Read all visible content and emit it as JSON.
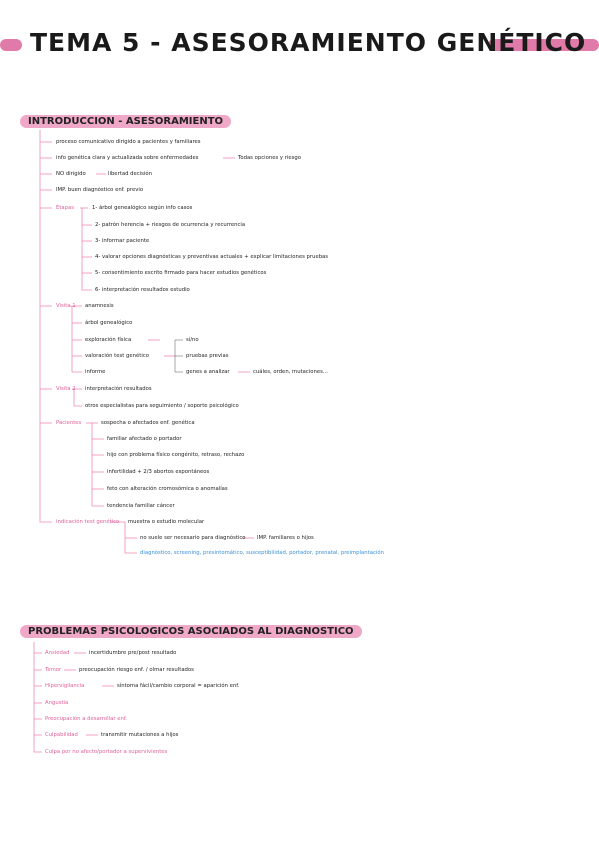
{
  "colors": {
    "accent": "#e07aa8",
    "pill": "#f0a8c8",
    "branch": "#ee8ab6",
    "blue": "#3a8fd9"
  },
  "title": "TEMA 5 - ASESORAMIENTO GENÉTICO",
  "sec1": {
    "heading": "INTRODUCCION - ASESORAMIENTO",
    "l1": "proceso comunicativo dirigido a pacientes y familiares",
    "l2a": "info genética clara y actualizada sobre enfermedades",
    "l2b": "Todas opciones y riesgo",
    "l3a": "NO dirigido",
    "l3b": "libertad decisión",
    "l4": "IMP. buen diagnóstico enf. previo",
    "etapas": {
      "label": "Etapas",
      "items": [
        "1- árbol genealógico según info casos",
        "2- patrón herencia + riesgos de ocurrencia y recurrencia",
        "3- informar paciente",
        "4- valorar opciones diagnósticas y preventivas actuales + explicar limitaciones pruebas",
        "5- consentimiento escrito firmado para hacer estudios genéticos",
        "6- interpretación resultados estudio"
      ]
    },
    "visita1": {
      "label": "Visita 1",
      "items": [
        "anamnesis",
        "árbol genealógico",
        "exploración física",
        "valoración test genético",
        "informe"
      ],
      "sub1": "sí/no",
      "sub2": "pruebas previas",
      "sub3a": "genes a analizar",
      "sub3b": "cuáles, orden, mutaciones..."
    },
    "visita2": {
      "label": "Visita 2",
      "items": [
        "interpretación resultados",
        "otros especialistas para seguimiento / soporte psicológico"
      ]
    },
    "pacientes": {
      "label": "Pacientes",
      "items": [
        "sospecha o afectados enf. genética",
        "familiar afectado o portador",
        "hijo con problema físico congénito, retraso, rechazo",
        "infertilidad + 2/3 abortos espontáneos",
        "feto con alteración cromosómica o anomalías",
        "tendencia familiar cáncer"
      ]
    },
    "test": {
      "label": "indicación test genético",
      "items": [
        "muestra o estudio molecular",
        "no suele ser necesario para diagnóstico"
      ],
      "sub": "IMP. familiares o hijos",
      "blue": "diagnóstico, screening, presintomático, susceptibilidad, portador, prenatal, preimplantación"
    }
  },
  "sec2": {
    "heading": "PROBLEMAS PSICOLOGICOS ASOCIADOS AL DIAGNOSTICO",
    "rows": [
      {
        "label": "Ansiedad",
        "text": "incertidumbre pre/post resultado"
      },
      {
        "label": "Temor",
        "text": "preocupación riesgo enf. / olmar resultados"
      },
      {
        "label": "Hipervigilancia",
        "text": "síntoma fácil/cambio corporal = aparición enf."
      },
      {
        "label": "Angustia",
        "text": ""
      },
      {
        "label": "Preocupación a desarrollar enf.",
        "text": ""
      },
      {
        "label": "Culpabilidad",
        "text": "transmitir mutaciones a hijos"
      },
      {
        "label": "Culpa por no afecto/portador a supervivientes",
        "text": ""
      }
    ]
  }
}
